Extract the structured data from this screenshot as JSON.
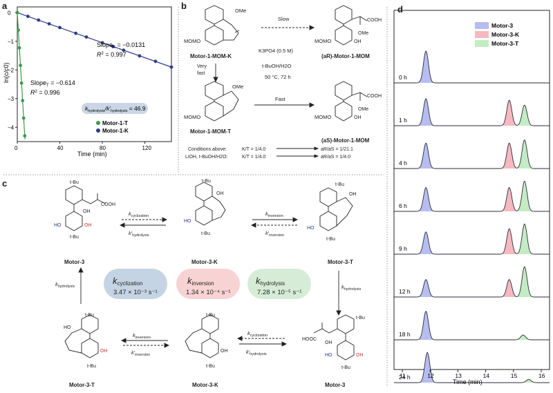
{
  "panels": {
    "a": "a",
    "b": "b",
    "c": "c",
    "d": "d"
  },
  "panel_a": {
    "slope_k": "Slope",
    "slope_k_sub": "K",
    "slope_k_val": " = −0.0131",
    "r2_k": " = 0.997",
    "slope_t": "Slope",
    "slope_t_sub": "T",
    "slope_t_val": " = −0.614",
    "r2_t": " = 0.996",
    "r2_symbol": "R",
    "ratio_k": "k",
    "ratio_sub1": "hydrolysis",
    "ratio_slash": "/k′",
    "ratio_sub2": "hydrolysis",
    "ratio_val": " = 46.9",
    "legend_t": "Motor-1-T",
    "legend_k": "Motor-1-K",
    "colors": {
      "T": "#3a9a4a",
      "K": "#2f3a8c",
      "pill": "#c9d6e6"
    }
  },
  "chart_data": [
    {
      "type": "scatter",
      "xlabel": "Time (min)",
      "ylabel": "ln(c/c0)",
      "xlim": [
        0,
        145
      ],
      "ylim": [
        -4.5,
        0.2
      ],
      "xticks": [
        "0",
        "40",
        "80",
        "120"
      ],
      "yticks": [
        "0",
        "−1",
        "−2",
        "−3",
        "−4"
      ],
      "series": [
        {
          "name": "Motor-1-T",
          "x": [
            0,
            1,
            2,
            3,
            4,
            5,
            6,
            7
          ],
          "y": [
            0,
            -0.61,
            -1.23,
            -1.84,
            -2.46,
            -3.07,
            -3.68,
            -4.3
          ]
        },
        {
          "name": "Motor-1-K",
          "x": [
            0,
            10,
            20,
            30,
            40,
            55,
            65,
            80,
            90,
            100,
            115,
            130,
            145
          ],
          "y": [
            0,
            -0.13,
            -0.26,
            -0.39,
            -0.52,
            -0.72,
            -0.85,
            -1.05,
            -1.18,
            -1.31,
            -1.51,
            -1.7,
            -1.9
          ]
        }
      ]
    },
    {
      "type": "line",
      "xlabel": "Time (min)",
      "xlim": [
        10.7,
        16.3
      ],
      "xticks": [
        "11",
        "12",
        "13",
        "14",
        "15",
        "16"
      ],
      "legend": [
        "Motor-3",
        "Motor-3-K",
        "Motor-3-T"
      ],
      "colors": {
        "Motor-3": "#b8bdf0",
        "Motor-3-K": "#f6b9bf",
        "Motor-3-T": "#c3ecc3"
      },
      "rows": [
        {
          "label": "0 h",
          "peaks": [
            {
              "rt": 11.85,
              "h": 1.0,
              "s": "Motor-3"
            }
          ]
        },
        {
          "label": "1 h",
          "peaks": [
            {
              "rt": 11.85,
              "h": 0.85,
              "s": "Motor-3"
            },
            {
              "rt": 14.85,
              "h": 0.8,
              "s": "Motor-3-K"
            },
            {
              "rt": 15.4,
              "h": 0.65,
              "s": "Motor-3-T"
            }
          ]
        },
        {
          "label": "4 h",
          "peaks": [
            {
              "rt": 11.85,
              "h": 0.8,
              "s": "Motor-3"
            },
            {
              "rt": 14.85,
              "h": 0.8,
              "s": "Motor-3-K"
            },
            {
              "rt": 15.4,
              "h": 0.9,
              "s": "Motor-3-T"
            }
          ]
        },
        {
          "label": "6 h",
          "peaks": [
            {
              "rt": 11.85,
              "h": 0.75,
              "s": "Motor-3"
            },
            {
              "rt": 14.85,
              "h": 0.75,
              "s": "Motor-3-K"
            },
            {
              "rt": 15.4,
              "h": 0.95,
              "s": "Motor-3-T"
            }
          ]
        },
        {
          "label": "9 h",
          "peaks": [
            {
              "rt": 11.85,
              "h": 0.7,
              "s": "Motor-3"
            },
            {
              "rt": 14.85,
              "h": 0.8,
              "s": "Motor-3-K"
            },
            {
              "rt": 15.4,
              "h": 0.95,
              "s": "Motor-3-T"
            }
          ]
        },
        {
          "label": "12 h",
          "peaks": [
            {
              "rt": 11.85,
              "h": 0.55,
              "s": "Motor-3"
            },
            {
              "rt": 14.85,
              "h": 0.55,
              "s": "Motor-3-K"
            },
            {
              "rt": 15.4,
              "h": 0.95,
              "s": "Motor-3-T"
            }
          ]
        },
        {
          "label": "18 h",
          "peaks": [
            {
              "rt": 11.85,
              "h": 0.9,
              "s": "Motor-3"
            },
            {
              "rt": 15.35,
              "h": 0.15,
              "s": "Motor-3-T"
            }
          ]
        },
        {
          "label": "24 h",
          "peaks": [
            {
              "rt": 11.9,
              "h": 0.95,
              "s": "Motor-3"
            },
            {
              "rt": 15.55,
              "h": 0.1,
              "s": "Motor-3-T"
            }
          ]
        }
      ]
    }
  ],
  "panel_b": {
    "mom_k": "Motor-1-MOM-K",
    "mom_t": "Motor-1-MOM-T",
    "slow": "Slow",
    "fast": "Fast",
    "very": "Very",
    "very2": "fast",
    "cond1": "K3PO4 (0.5 M)",
    "cond2": "t-BuOH/H2O",
    "cond3": "50 °C, 72 h",
    "prod_r": "(aR)-Motor-1-MOM",
    "prod_s": "(aS)-Motor-1-MOM",
    "cond_above": "Conditions above:",
    "cond_lioh": "LiOH, t-BuOH/H2O:",
    "kt1": "K/T = 1/4.0",
    "kt2": "K/T = 1/4.0",
    "rs1": "aR/aS = 1/21.1",
    "rs2": "aR/aS = 1/4.0",
    "ome": "OMe",
    "momo": "MOMO",
    "oh": "OH",
    "cooh": "COOH"
  },
  "panel_c": {
    "m3": "Motor-3",
    "m3k": "Motor-3-K",
    "m3t": "Motor-3-T",
    "tbu": "t-Bu",
    "ho": "HO",
    "oh": "OH",
    "cooh": "COOH",
    "hooc": "HOOC",
    "k": "k",
    "kp": "k′",
    "cyc": "cyclization",
    "inv": "inversion",
    "hyd": "hydrolysis",
    "kcyc_val": "3.47 × 10⁻³ s⁻¹",
    "kinv_val": "1.34 × 10⁻⁴ s⁻¹",
    "khyd_val": "7.28 × 10⁻⁵ s⁻¹",
    "pill_colors": {
      "cyc": "#c5d4e4",
      "inv": "#f8d3d4",
      "hyd": "#d6ecd6"
    }
  }
}
